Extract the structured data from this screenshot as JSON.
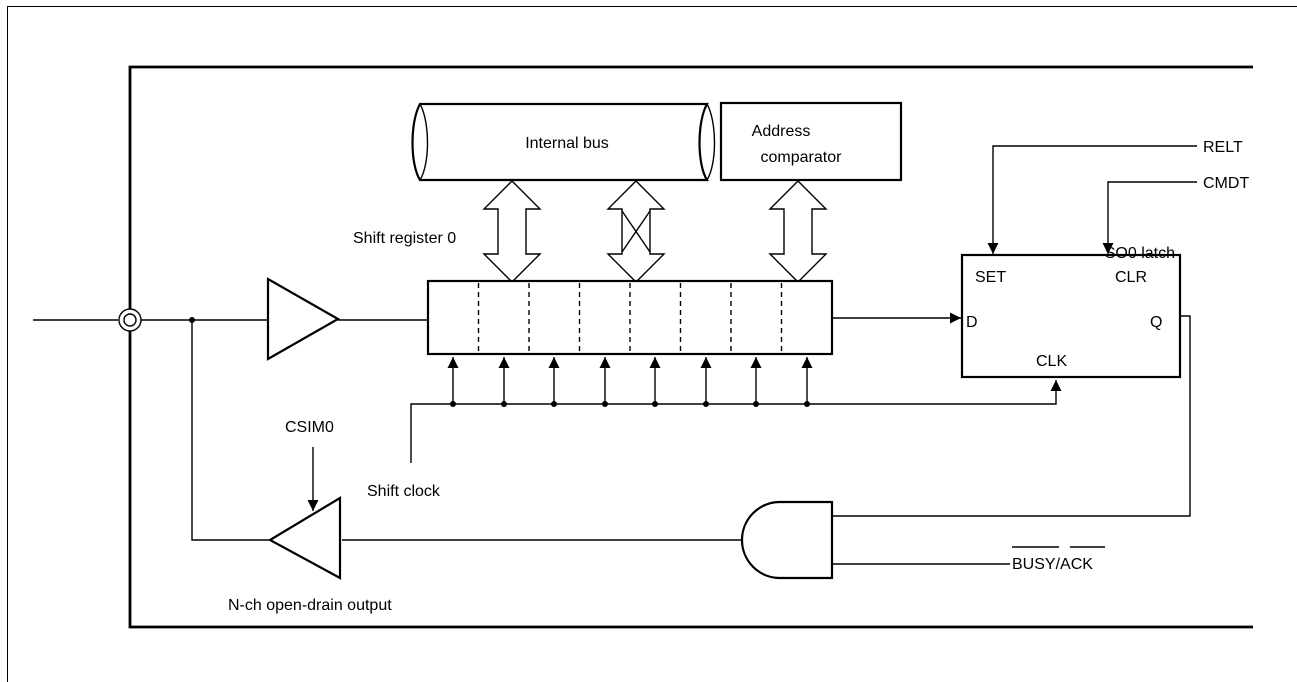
{
  "labels": {
    "internal_bus": "Internal bus",
    "address_comparator_line1": "Address",
    "address_comparator_line2": "comparator",
    "shift_register": "Shift register 0",
    "so0_latch": "SO0 latch",
    "relt": "RELT",
    "cmdt": "CMDT",
    "set": "SET",
    "clr": "CLR",
    "d": "D",
    "q": "Q",
    "clk": "CLK",
    "csim0": "CSIM0",
    "shift_clock": "Shift clock",
    "busy_ack": "BUSY/ACK",
    "nch_output": "N-ch open-drain output"
  },
  "shift_register": {
    "bit_count": 8
  }
}
